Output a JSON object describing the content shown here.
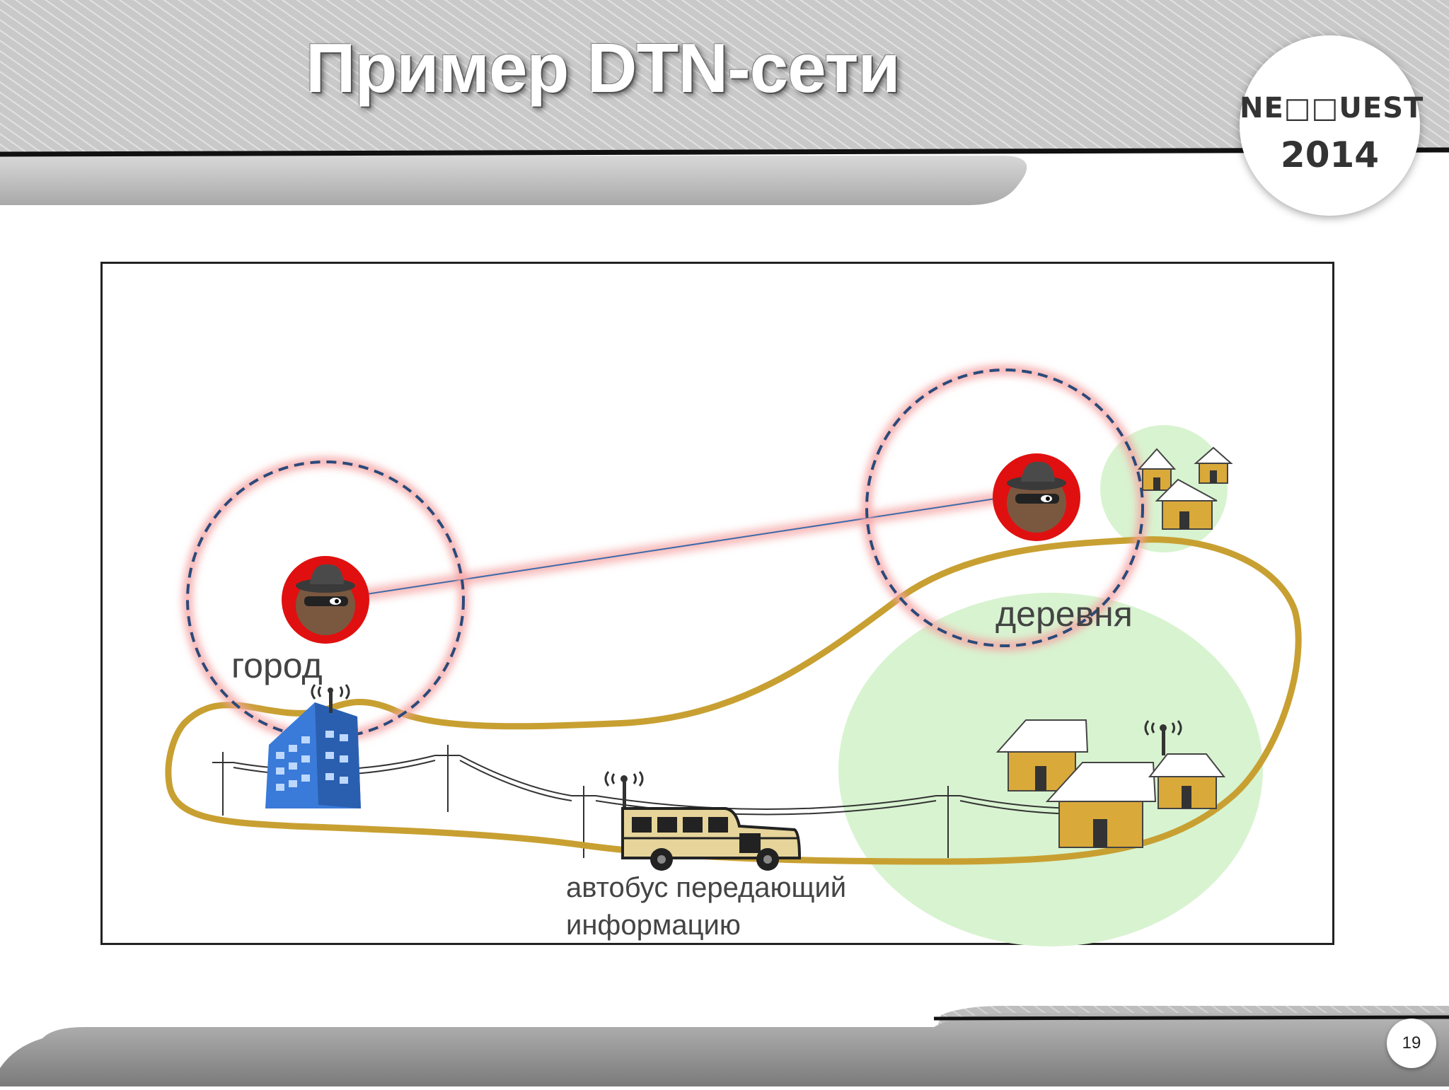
{
  "slide": {
    "title": "Пример DTN-сети",
    "page_number": "19"
  },
  "logo": {
    "text": "NE□□UEST",
    "year": "2014"
  },
  "diagram": {
    "labels": {
      "city": "город",
      "village": "деревня",
      "bus_line1": "автобус передающий",
      "bus_line2": "информацию"
    },
    "colors": {
      "route": "#c8a032",
      "range_glow": "#f2a0a0",
      "range_dash": "#2a4a7a",
      "village_area": "#d8f3d0",
      "building": "#3a7ad8",
      "bus": "#e6d49a",
      "house_wall": "#d9a93a",
      "attacker_bg": "#e01010"
    },
    "icons": [
      "attacker-icon",
      "building-icon",
      "bus-icon",
      "house-icon",
      "antenna-icon"
    ]
  }
}
